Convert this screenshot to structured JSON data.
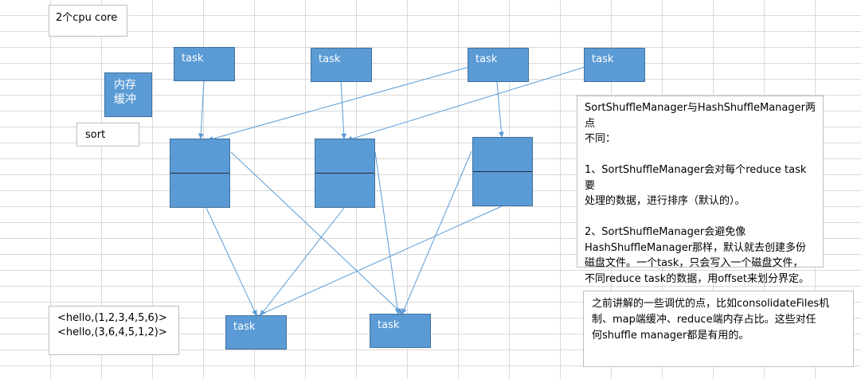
{
  "cpu_note": "2个cpu core",
  "memory_buffer": "内存\n缓冲",
  "sort_label": "sort",
  "map_tasks": [
    "task",
    "task",
    "task",
    "task"
  ],
  "reduce_tasks": [
    "task",
    "task"
  ],
  "hello_lines": "<hello,(1,2,3,4,5,6)>\n<hello,(3,6,4,5,1,2)>",
  "comparison_note": "SortShuffleManager与HashShuffleManager两点\n不同：\n\n1、SortShuffleManager会对每个reduce task要\n处理的数据，进行排序（默认的）。\n\n2、SortShuffleManager会避免像\nHashShuffleManager那样，默认就去创建多份\n磁盘文件。一个task，只会写入一个磁盘文件，\n不同reduce task的数据，用offset来划分界定。",
  "tuning_note": "之前讲解的一些调优的点，比如consolidateFiles机\n制、map端缓冲、reduce端内存占比。这些对任\n何shuffle manager都是有用的。",
  "colors": {
    "task_fill": "#5b9bd5",
    "arrow": "#5b9bd5",
    "task_border": "#41719c"
  }
}
